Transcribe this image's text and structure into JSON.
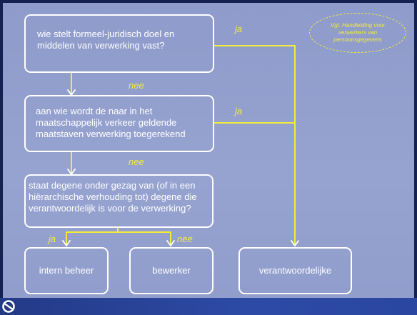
{
  "decision": {
    "q1": "wie stelt formeel-juridisch doel en middelen van verwerking vast?",
    "q2": "aan wie wordt de naar in het maatschappelijk verkeer geldende maatstaven verwerking toegerekend",
    "q3": "staat degene onder gezag van (of in een hiërarchische verhouding tot) degene die verantwoordelijk is voor de verwerking?"
  },
  "outcomes": {
    "internal": "intern beheer",
    "processor": "bewerker",
    "controller": "verantwoordelijke"
  },
  "labels": {
    "ja_1": "ja",
    "ja_2": "ja",
    "ja_3": "ja",
    "nee_1": "nee",
    "nee_2": "nee",
    "nee_3": "nee"
  },
  "note": "Vgl. Handleiding voor verwerkers van persoonsgegevens",
  "colors": {
    "background": "#94a1ce",
    "box_border": "#ffffff",
    "connector": "#f3ec3a",
    "footer": "#2a46a0"
  }
}
